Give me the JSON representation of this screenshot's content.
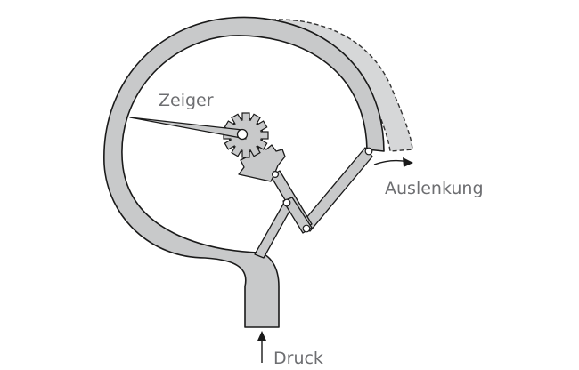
{
  "labels": {
    "pointer": "Zeiger",
    "deflection": "Auslenkung",
    "pressure": "Druck"
  },
  "colors": {
    "tube_fill": "#c8c9ca",
    "outline": "#1a1a1a",
    "label": "#6d6e71",
    "background": "#ffffff"
  }
}
